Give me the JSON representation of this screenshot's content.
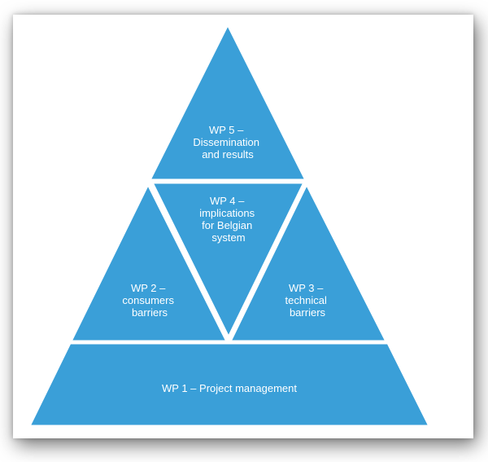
{
  "colors": {
    "fill": "#3a9fd8",
    "stroke": "#ffffff",
    "text": "#ffffff"
  },
  "wp5": {
    "lines": [
      "WP 5 –",
      "Dissemination",
      "and results"
    ]
  },
  "wp4": {
    "lines": [
      "WP 4 –",
      "implications",
      "for Belgian",
      "system"
    ]
  },
  "wp2": {
    "lines": [
      "WP 2 –",
      "consumers",
      "barriers"
    ]
  },
  "wp3": {
    "lines": [
      "WP 3 –",
      "technical",
      "barriers"
    ]
  },
  "wp1": {
    "label": "WP 1 – Project management"
  }
}
